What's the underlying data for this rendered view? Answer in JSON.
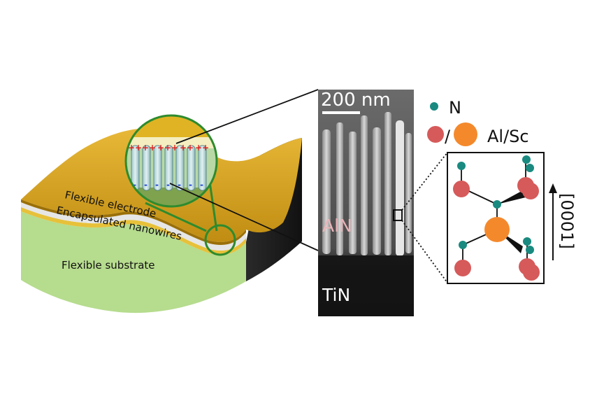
{
  "device": {
    "layers": {
      "electrode": "Flexible electrode",
      "nanowires": "Encapsulated nanowires",
      "substrate": "Flexible substrate"
    }
  },
  "sem": {
    "scale_bar": "200 nm",
    "labels": {
      "nanowire": "AlN",
      "base": "TiN"
    }
  },
  "crystal": {
    "legend": {
      "n": "N",
      "separator": "/",
      "metal": "Al/Sc"
    },
    "direction": "[0001]"
  },
  "colors": {
    "electrode_gold": "#d9a21c",
    "nanowire_layer": "#e6e6e6",
    "substrate_green": "#b6dc8e",
    "zoom_green": "#2e8b2e",
    "nitrogen": "#1a8a80",
    "aluminum": "#d65a5a",
    "scandium": "#f4892c",
    "aln_label": "#e8b4b8"
  },
  "icons": [
    "positive-charge-icon",
    "negative-charge-icon",
    "zoom-box-icon",
    "arrow-up-icon"
  ]
}
